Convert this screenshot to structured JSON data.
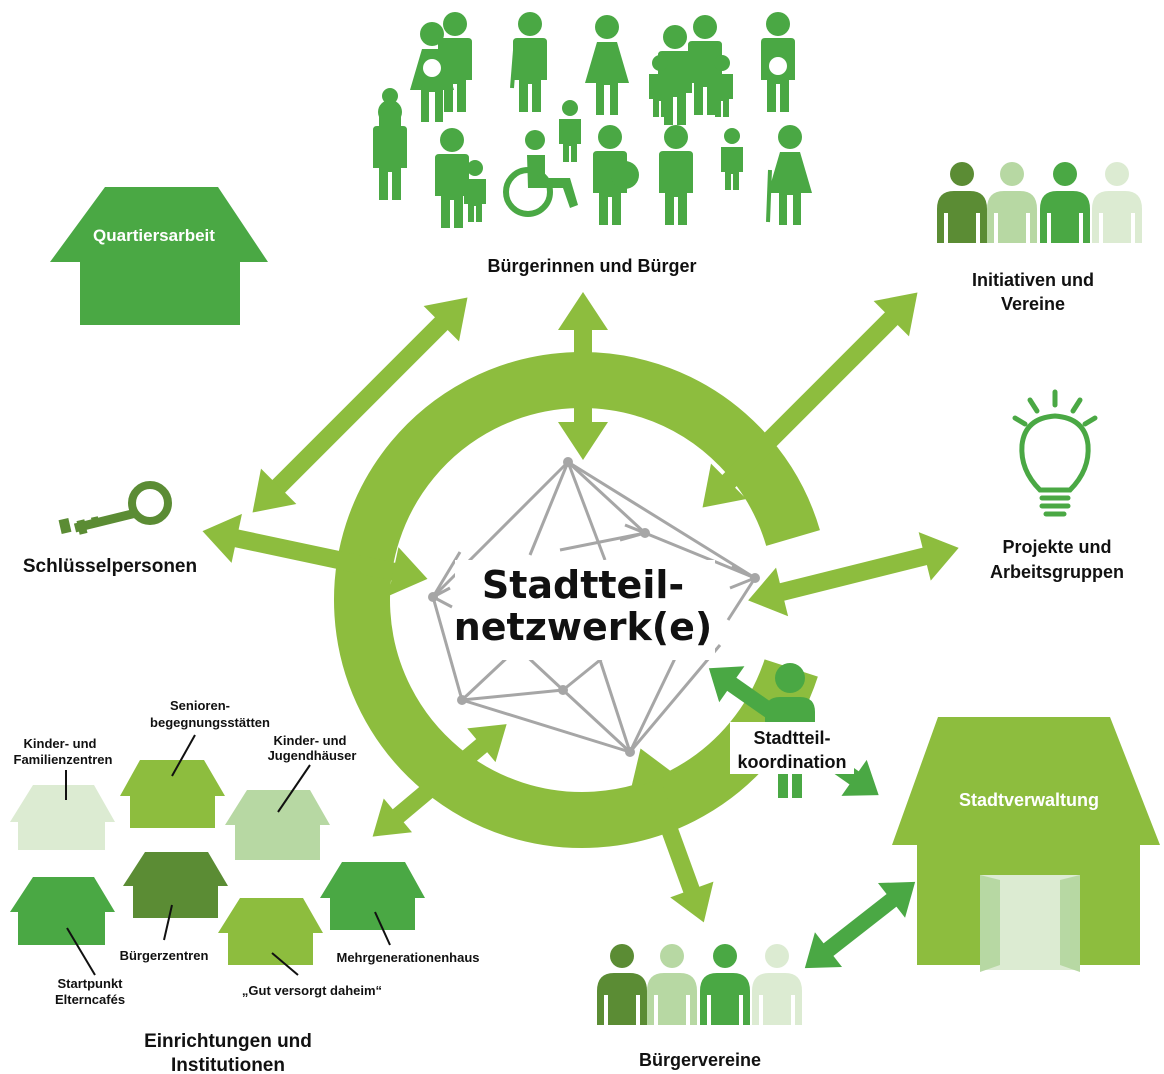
{
  "center": {
    "line1": "Stadtteil-",
    "line2": "netzwerk(e)"
  },
  "nodes": {
    "quartiersarbeit": "Quartiersarbeit",
    "buerger": "Bürgerinnen und Bürger",
    "initiativen_1": "Initiativen und",
    "initiativen_2": "Vereine",
    "projekte_1": "Projekte und",
    "projekte_2": "Arbeitsgruppen",
    "schluessel": "Schlüsselpersonen",
    "koordination_1": "Stadtteil-",
    "koordination_2": "koordination",
    "stadtverwaltung": "Stadtverwaltung",
    "buergervereine": "Bürgervereine",
    "einrichtungen_1": "Einrichtungen und",
    "einrichtungen_2": "Institutionen"
  },
  "institutions": {
    "kinder_fam_1": "Kinder- und",
    "kinder_fam_2": "Familienzentren",
    "senioren_1": "Senioren-",
    "senioren_2": "begegnungsstätten",
    "jugend_1": "Kinder- und",
    "jugend_2": "Jugendhäuser",
    "startpunkt_1": "Startpunkt",
    "startpunkt_2": "Elterncafés",
    "buergerzentren": "Bürgerzentren",
    "gut_versorgt": "„Gut versorgt daheim“",
    "mehrgeneration": "Mehrgenerationenhaus"
  },
  "colors": {
    "lime": "#8dbd3e",
    "green": "#4aa844",
    "dark_green": "#5b8c34",
    "pale_green": "#b7d8a3",
    "very_pale_green": "#dcebd2",
    "network_gray": "#a6a6a6"
  }
}
